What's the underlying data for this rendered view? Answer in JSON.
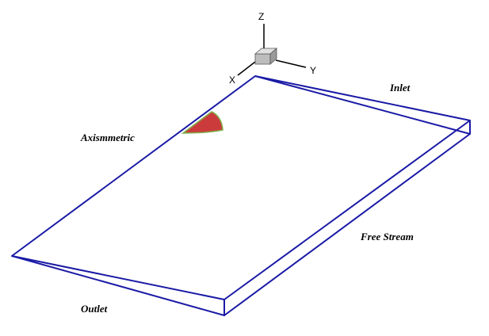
{
  "labels": {
    "inlet": "Inlet",
    "axisymmetric": "Axismmetric",
    "free_stream": "Free Stream",
    "outlet": "Outlet"
  },
  "axes": {
    "z": "Z",
    "y": "Y",
    "x": "X"
  },
  "colors": {
    "domain_edge": "#1a1aa6",
    "body_fill": "#cc3b3b",
    "body_edge": "#7fae4a",
    "cube_face": "#c8c8c8"
  }
}
